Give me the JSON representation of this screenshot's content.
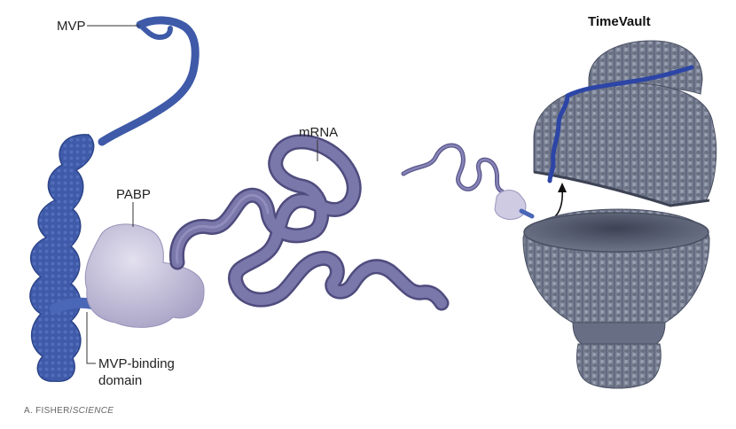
{
  "labels": {
    "mvp": "MVP",
    "pabp": "PABP",
    "mrna": "mRNA",
    "mvp_binding_line1": "MVP-binding",
    "mvp_binding_line2": "domain",
    "timevault": "TimeVault"
  },
  "credit": {
    "author": "A. FISHER/",
    "publication": "SCIENCE"
  },
  "colors": {
    "mvp_blue": "#3e5aa8",
    "pabp_lavender": "#c9c5de",
    "mrna_purple": "#6d6a9c",
    "vault_gray": "#7f879b",
    "highlight_strand": "#2c45a6"
  }
}
